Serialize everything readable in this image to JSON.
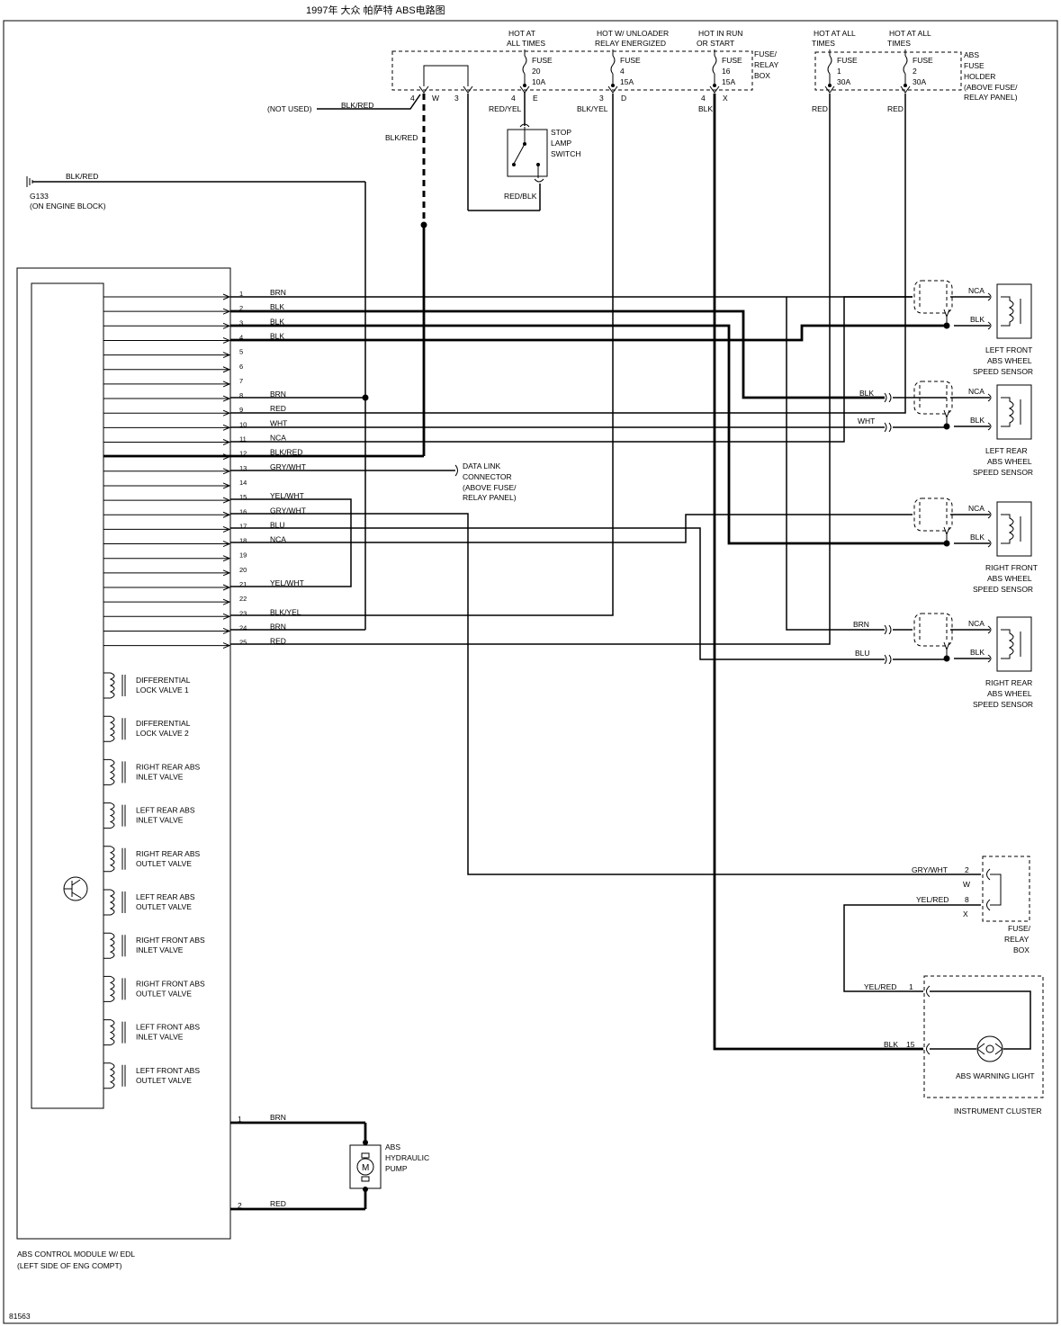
{
  "title": "1997年 大众 帕萨特 ABS电路图",
  "diagram_id": "81563",
  "module": {
    "name_line1": "ABS CONTROL MODULE W/ EDL",
    "name_line2": "(LEFT SIDE OF ENG COMPT)"
  },
  "pins": [
    {
      "num": "1",
      "wire": "BRN"
    },
    {
      "num": "2",
      "wire": "BLK"
    },
    {
      "num": "3",
      "wire": "BLK"
    },
    {
      "num": "4",
      "wire": "BLK"
    },
    {
      "num": "5",
      "wire": ""
    },
    {
      "num": "6",
      "wire": ""
    },
    {
      "num": "7",
      "wire": ""
    },
    {
      "num": "8",
      "wire": "BRN"
    },
    {
      "num": "9",
      "wire": "RED"
    },
    {
      "num": "10",
      "wire": "WHT"
    },
    {
      "num": "11",
      "wire": "NCA"
    },
    {
      "num": "12",
      "wire": "BLK/RED"
    },
    {
      "num": "13",
      "wire": "GRY/WHT"
    },
    {
      "num": "14",
      "wire": ""
    },
    {
      "num": "15",
      "wire": "YEL/WHT"
    },
    {
      "num": "16",
      "wire": "GRY/WHT"
    },
    {
      "num": "17",
      "wire": "BLU"
    },
    {
      "num": "18",
      "wire": "NCA"
    },
    {
      "num": "19",
      "wire": ""
    },
    {
      "num": "20",
      "wire": ""
    },
    {
      "num": "21",
      "wire": "YEL/WHT"
    },
    {
      "num": "22",
      "wire": ""
    },
    {
      "num": "23",
      "wire": "BLK/YEL"
    },
    {
      "num": "24",
      "wire": "BRN"
    },
    {
      "num": "25",
      "wire": "RED"
    }
  ],
  "valves": [
    {
      "line1": "DIFFERENTIAL",
      "line2": "LOCK VALVE 1"
    },
    {
      "line1": "DIFFERENTIAL",
      "line2": "LOCK VALVE 2"
    },
    {
      "line1": "RIGHT REAR ABS",
      "line2": "INLET VALVE"
    },
    {
      "line1": "LEFT REAR ABS",
      "line2": "INLET VALVE"
    },
    {
      "line1": "RIGHT REAR ABS",
      "line2": "OUTLET VALVE"
    },
    {
      "line1": "LEFT REAR ABS",
      "line2": "OUTLET VALVE"
    },
    {
      "line1": "RIGHT FRONT ABS",
      "line2": "INLET VALVE"
    },
    {
      "line1": "RIGHT FRONT ABS",
      "line2": "OUTLET VALVE"
    },
    {
      "line1": "LEFT FRONT ABS",
      "line2": "INLET VALVE"
    },
    {
      "line1": "LEFT FRONT ABS",
      "line2": "OUTLET VALVE"
    }
  ],
  "ground": {
    "wire": "BLK/RED",
    "name": "G133",
    "location": "(ON ENGINE BLOCK)"
  },
  "fuse_relay_box": {
    "label": [
      "FUSE/",
      "RELAY",
      "BOX"
    ],
    "not_used": "(NOT USED)",
    "blk_red": "BLK/RED",
    "terminals": [
      {
        "pin": "4",
        "letter": "W"
      },
      {
        "pin": "3",
        "letter": ""
      },
      {
        "pin": "4",
        "letter": "E"
      },
      {
        "pin": "3",
        "letter": "D"
      },
      {
        "pin": "4",
        "letter": "X"
      }
    ],
    "fuses": [
      {
        "hot": [
          "HOT AT",
          "ALL TIMES"
        ],
        "name": "FUSE",
        "num": "20",
        "amp": "10A",
        "wire": "RED/YEL"
      },
      {
        "hot": [
          "HOT W/ UNLOADER",
          "RELAY ENERGIZED"
        ],
        "name": "FUSE",
        "num": "4",
        "amp": "15A",
        "wire": "BLK/YEL"
      },
      {
        "hot": [
          "HOT IN RUN",
          "OR START"
        ],
        "name": "FUSE",
        "num": "16",
        "amp": "15A",
        "wire": "BLK"
      }
    ]
  },
  "abs_fuse_holder": {
    "label": [
      "ABS",
      "FUSE",
      "HOLDER",
      "(ABOVE FUSE/",
      "RELAY PANEL)"
    ],
    "fuses": [
      {
        "hot": [
          "HOT AT ALL",
          "TIMES"
        ],
        "name": "FUSE",
        "num": "1",
        "amp": "30A",
        "wire": "RED"
      },
      {
        "hot": [
          "HOT AT ALL",
          "TIMES"
        ],
        "name": "FUSE",
        "num": "2",
        "amp": "30A",
        "wire": "RED"
      }
    ]
  },
  "stop_lamp": {
    "label": [
      "STOP",
      "LAMP",
      "SWITCH"
    ],
    "wire": "RED/BLK"
  },
  "data_link": {
    "label": [
      "DATA LINK",
      "CONNECTOR",
      "(ABOVE FUSE/",
      "RELAY PANEL)"
    ]
  },
  "sensors": [
    {
      "name": [
        "LEFT FRONT",
        "ABS WHEEL",
        "SPEED SENSOR"
      ],
      "nca": "NCA",
      "blk": "BLK",
      "wire_in1": "",
      "wire_in2": ""
    },
    {
      "name": [
        "LEFT REAR",
        "ABS WHEEL",
        "SPEED SENSOR"
      ],
      "nca": "NCA",
      "blk": "BLK",
      "wire_in1": "BLK",
      "wire_in2": "WHT"
    },
    {
      "name": [
        "RIGHT FRONT",
        "ABS WHEEL",
        "SPEED SENSOR"
      ],
      "nca": "NCA",
      "blk": "BLK",
      "wire_in1": "",
      "wire_in2": ""
    },
    {
      "name": [
        "RIGHT REAR",
        "ABS WHEEL",
        "SPEED SENSOR"
      ],
      "nca": "NCA",
      "blk": "BLK",
      "wire_in1": "BRN",
      "wire_in2": "BLU"
    }
  ],
  "lower_relay_box": {
    "label": [
      "FUSE/",
      "RELAY",
      "BOX"
    ],
    "pins": [
      {
        "wire": "GRY/WHT",
        "pin": "2",
        "letter": "W"
      },
      {
        "wire": "YEL/RED",
        "pin": "8",
        "letter": "X"
      }
    ]
  },
  "instrument_cluster": {
    "name": "INSTRUMENT CLUSTER",
    "light": "ABS WARNING LIGHT",
    "pins": [
      {
        "wire": "YEL/RED",
        "pin": "1"
      },
      {
        "wire": "BLK",
        "pin": "15"
      }
    ]
  },
  "pump": {
    "label": [
      "ABS",
      "HYDRAULIC",
      "PUMP"
    ],
    "motor": "M",
    "pins": [
      {
        "num": "1",
        "wire": "BRN"
      },
      {
        "num": "2",
        "wire": "RED"
      }
    ]
  }
}
